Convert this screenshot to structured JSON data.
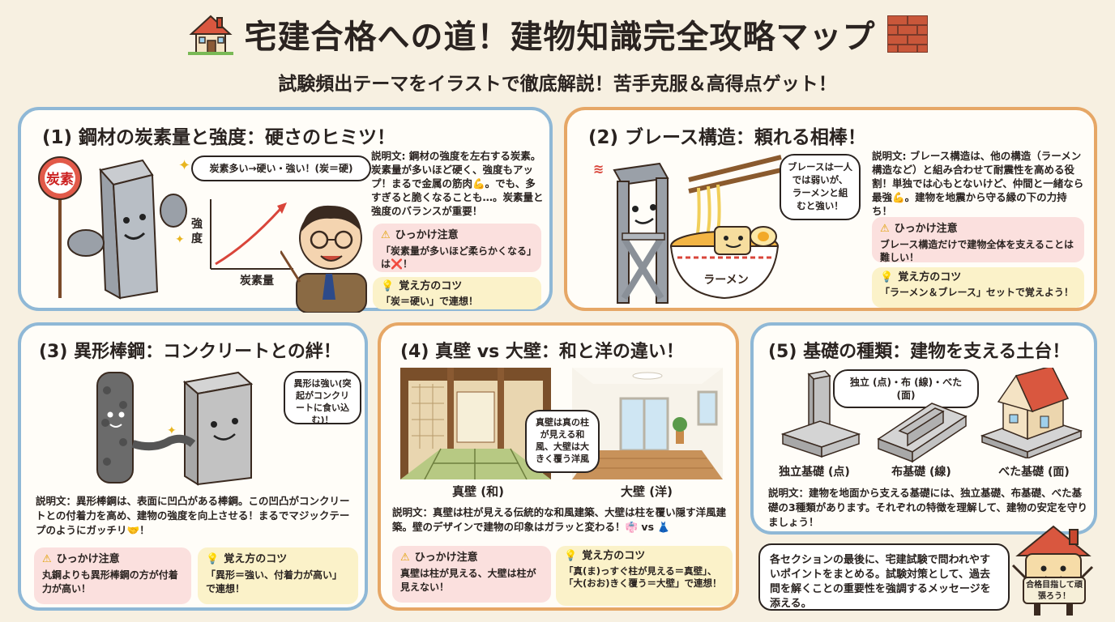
{
  "header": {
    "title": "宅建合格への道！建物知識完全攻略マップ",
    "subtitle": "試験頻出テーマをイラストで徹底解説！苦手克服＆高得点ゲット！"
  },
  "sec1": {
    "title": "(1) 鋼材の炭素量と強度：硬さのヒミツ！",
    "sign": "炭素",
    "bubble": "炭素多い→硬い・強い！(炭＝硬)",
    "ylabel": "強度",
    "xlabel": "炭素量",
    "desc": "説明文: 鋼材の強度を左右する炭素。炭素量が多いほど硬く、強度もアップ！まるで金属の筋肉💪。でも、多すぎると脆くなることも…。炭素量と強度のバランスが重要！",
    "warn_title": "ひっかけ注意",
    "warn_text": "「炭素量が多いほど柔らかくなる」は❌！",
    "tip_title": "覚え方のコツ",
    "tip_text": "「炭＝硬い」で連想！"
  },
  "sec2": {
    "title": "(2) ブレース構造：頼れる相棒！",
    "bubble": "ブレースは一人では弱いが、ラーメンと組むと強い！",
    "bowl": "ラーメン",
    "desc": "説明文: ブレース構造は、他の構造（ラーメン構造など）と組み合わせて耐震性を高める役割！単独では心もとないけど、仲間と一緒なら最強💪。建物を地震から守る縁の下の力持ち！",
    "warn_title": "ひっかけ注意",
    "warn_text": "ブレース構造だけで建物全体を支えることは難しい！",
    "tip_title": "覚え方のコツ",
    "tip_text": "「ラーメン＆ブレース」セットで覚えよう！"
  },
  "sec3": {
    "title": "(3) 異形棒鋼：コンクリートとの絆！",
    "bubble": "異形は強い(突起がコンクリートに食い込む)！",
    "desc": "説明文：異形棒鋼は、表面に凹凸がある棒鋼。この凹凸がコンクリートとの付着力を高め、建物の強度を向上させる！まるでマジックテープのようにガッチリ🤝！",
    "warn_title": "ひっかけ注意",
    "warn_text": "丸鋼よりも異形棒鋼の方が付着力が高い！",
    "tip_title": "覚え方のコツ",
    "tip_text": "「異形＝強い、付着力が高い」で連想！"
  },
  "sec4": {
    "title": "(4) 真壁 vs 大壁：和と洋の違い！",
    "bubble": "真壁は真の柱が見える和風、大壁は大きく覆う洋風",
    "label_left": "真壁 (和)",
    "label_right": "大壁 (洋)",
    "desc": "説明文：真壁は柱が見える伝統的な和風建築、大壁は柱を覆い隠す洋風建築。壁のデザインで建物の印象はガラッと変わる！👘 vs 👗",
    "warn_title": "ひっかけ注意",
    "warn_text": "真壁は柱が見える、大壁は柱が見えない！",
    "tip_title": "覚え方のコツ",
    "tip_text": "「真(ま)っすぐ柱が見える＝真壁」、「大(おお)きく覆う＝大壁」で連想！"
  },
  "sec5": {
    "title": "(5) 基礎の種類：建物を支える土台！",
    "bubble": "独立 (点)・布 (線)・べた (面)",
    "label_a": "独立基礎 (点)",
    "label_b": "布基礎 (線)",
    "label_c": "べた基礎 (面)",
    "desc": "説明文：建物を地面から支える基礎には、独立基礎、布基礎、べた基礎の3種類があります。それぞれの特徴を理解して、建物の安定を守りましょう！"
  },
  "footer": {
    "note": "各セクションの最後に、宅建試験で問われやすいポイントをまとめる。試験対策として、過去問を解くことの重要性を強調するメッセージを添える。",
    "sign": "合格目指して頑張ろう！"
  },
  "colors": {
    "panel_blue": "#8fb8d6",
    "panel_orange": "#e6a766",
    "warn_bg": "#fbe0de",
    "tip_bg": "#fbf2c9",
    "background": "#f7f0e1"
  }
}
